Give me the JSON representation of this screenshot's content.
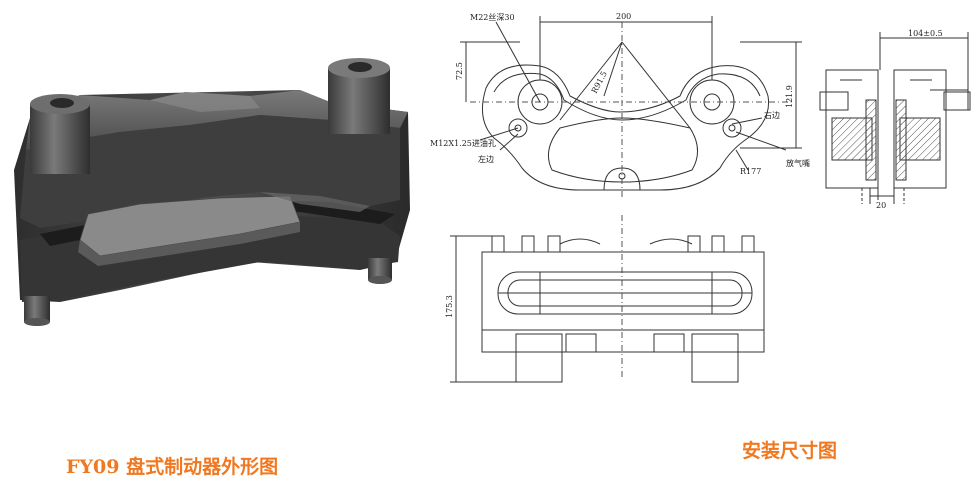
{
  "captions": {
    "left": "FY09 盘式制动器外形图",
    "right": "安装尺寸图"
  },
  "labels": {
    "thread_depth": "M22丝深30",
    "oil_inlet": "M12X1.25进油孔",
    "left_side": "左边",
    "right_side": "右边",
    "bleeder": "放气嘴",
    "radius_inner": "R91.5",
    "radius_outer": "R177"
  },
  "dimensions": {
    "width_200": "200",
    "height_72_5": "72.5",
    "height_121_9": "121.9",
    "height_175_3": "175.3",
    "width_104": "104±0.5",
    "gap_20": "20"
  },
  "colors": {
    "caption": "#f07820",
    "line": "#333333",
    "render_dark": "#3c3c3c",
    "render_light": "#6a6a6a"
  }
}
